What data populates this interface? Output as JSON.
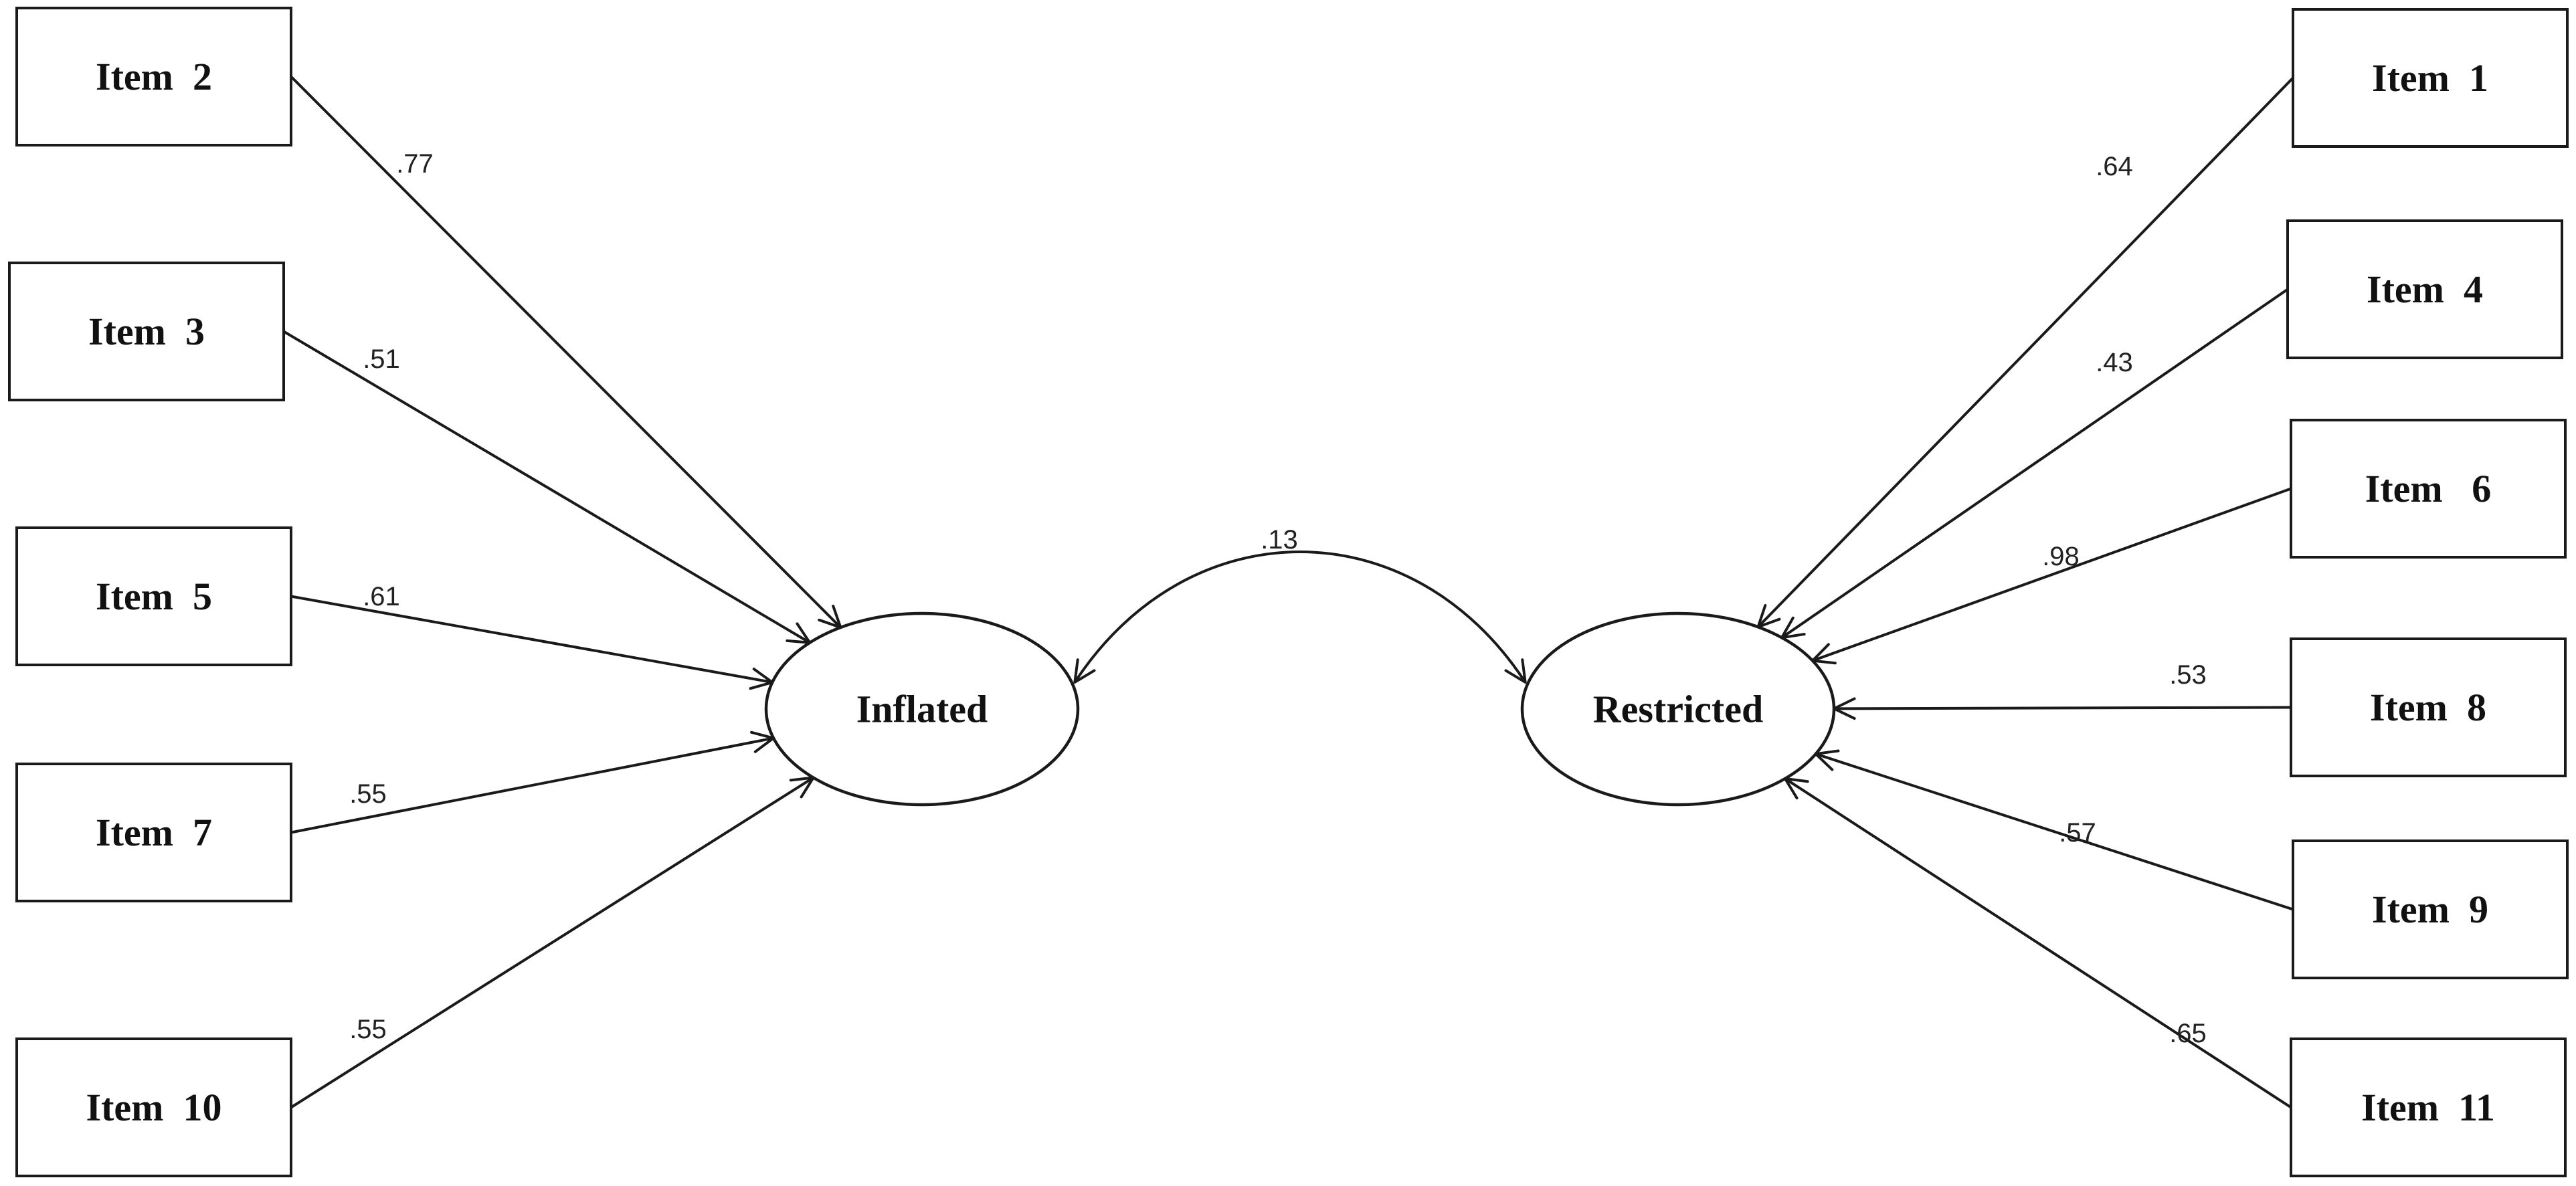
{
  "factors": [
    {
      "id": "inflated",
      "label": "Inflated"
    },
    {
      "id": "restricted",
      "label": "Restricted"
    }
  ],
  "items": [
    {
      "id": "item2",
      "label": "Item  2",
      "factor": "inflated",
      "loading": ".77"
    },
    {
      "id": "item3",
      "label": "Item  3",
      "factor": "inflated",
      "loading": ".51"
    },
    {
      "id": "item5",
      "label": "Item  5",
      "factor": "inflated",
      "loading": ".61"
    },
    {
      "id": "item7",
      "label": "Item  7",
      "factor": "inflated",
      "loading": ".55"
    },
    {
      "id": "item10",
      "label": "Item  10",
      "factor": "inflated",
      "loading": ".55"
    },
    {
      "id": "item1",
      "label": "Item  1",
      "factor": "restricted",
      "loading": ".64"
    },
    {
      "id": "item4",
      "label": "Item  4",
      "factor": "restricted",
      "loading": ".43"
    },
    {
      "id": "item6",
      "label": "Item   6",
      "factor": "restricted",
      "loading": ".98"
    },
    {
      "id": "item8",
      "label": "Item  8",
      "factor": "restricted",
      "loading": ".53"
    },
    {
      "id": "item9",
      "label": "Item  9",
      "factor": "restricted",
      "loading": ".57"
    },
    {
      "id": "item11",
      "label": "Item  11",
      "factor": "restricted",
      "loading": ".65"
    }
  ],
  "correlation": {
    "from": "inflated",
    "to": "restricted",
    "value": ".13"
  }
}
